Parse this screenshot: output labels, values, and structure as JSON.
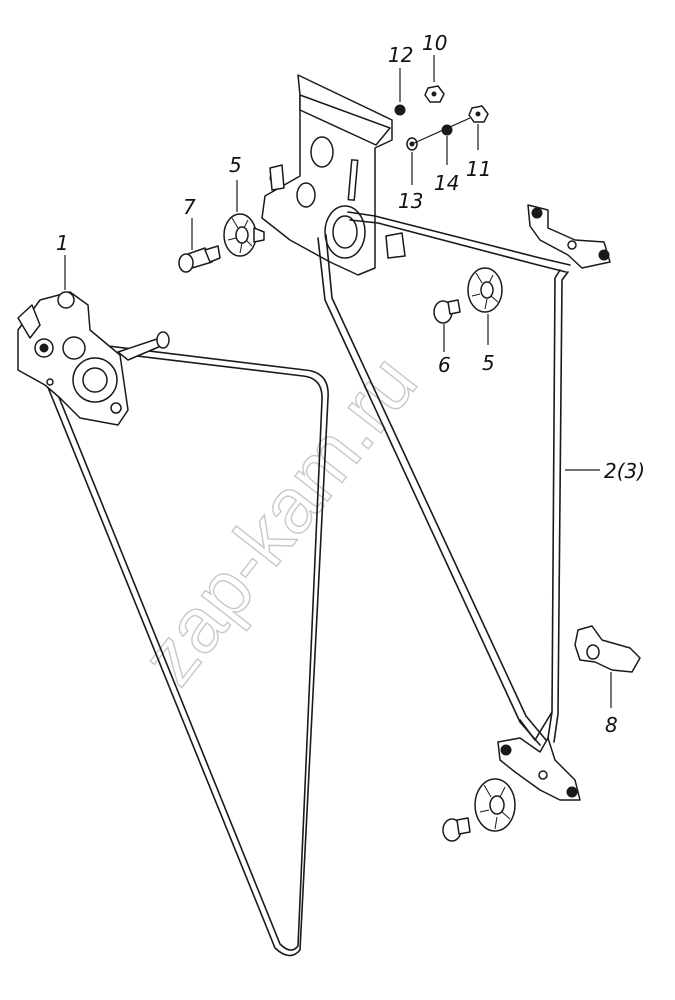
{
  "watermark": "zap-kam.ru",
  "callouts": [
    {
      "id": "1",
      "label": "1"
    },
    {
      "id": "2-3",
      "label": "2(3)"
    },
    {
      "id": "5a",
      "label": "5"
    },
    {
      "id": "5b",
      "label": "5"
    },
    {
      "id": "6",
      "label": "6"
    },
    {
      "id": "7",
      "label": "7"
    },
    {
      "id": "8",
      "label": "8"
    },
    {
      "id": "10",
      "label": "10"
    },
    {
      "id": "11",
      "label": "11"
    },
    {
      "id": "12",
      "label": "12"
    },
    {
      "id": "13",
      "label": "13"
    },
    {
      "id": "14",
      "label": "14"
    }
  ],
  "colors": {
    "line": "#1a1a1a",
    "background": "#ffffff",
    "watermark": "#c8c8c8"
  }
}
